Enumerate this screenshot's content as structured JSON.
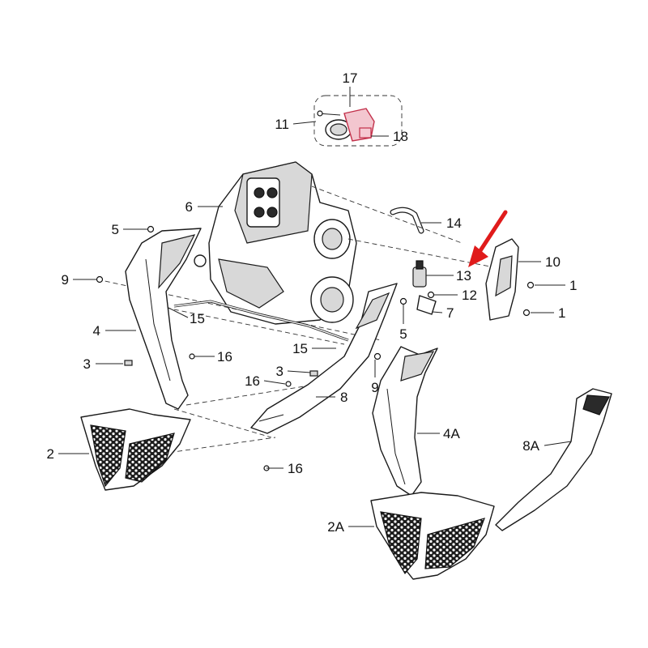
{
  "diagram": {
    "callouts": {
      "c17": "17",
      "c11": "11",
      "c18": "18",
      "c6": "6",
      "c14": "14",
      "c5a": "5",
      "c10": "10",
      "c9a": "9",
      "c13": "13",
      "c1a": "1",
      "c12": "12",
      "c15a": "15",
      "c7": "7",
      "c1b": "1",
      "c4": "4",
      "c5b": "5",
      "c3a": "3",
      "c16a": "16",
      "c15b": "15",
      "c3b": "3",
      "c16b": "16",
      "c9b": "9",
      "c8": "8",
      "c4a": "4A",
      "c8a": "8A",
      "c2": "2",
      "c16c": "16",
      "c2a": "2A"
    },
    "colors": {
      "highlight_arrow": "#e01b1b",
      "highlight_part": "#e0506a",
      "line": "#1a1a1a",
      "background": "#ffffff"
    }
  }
}
